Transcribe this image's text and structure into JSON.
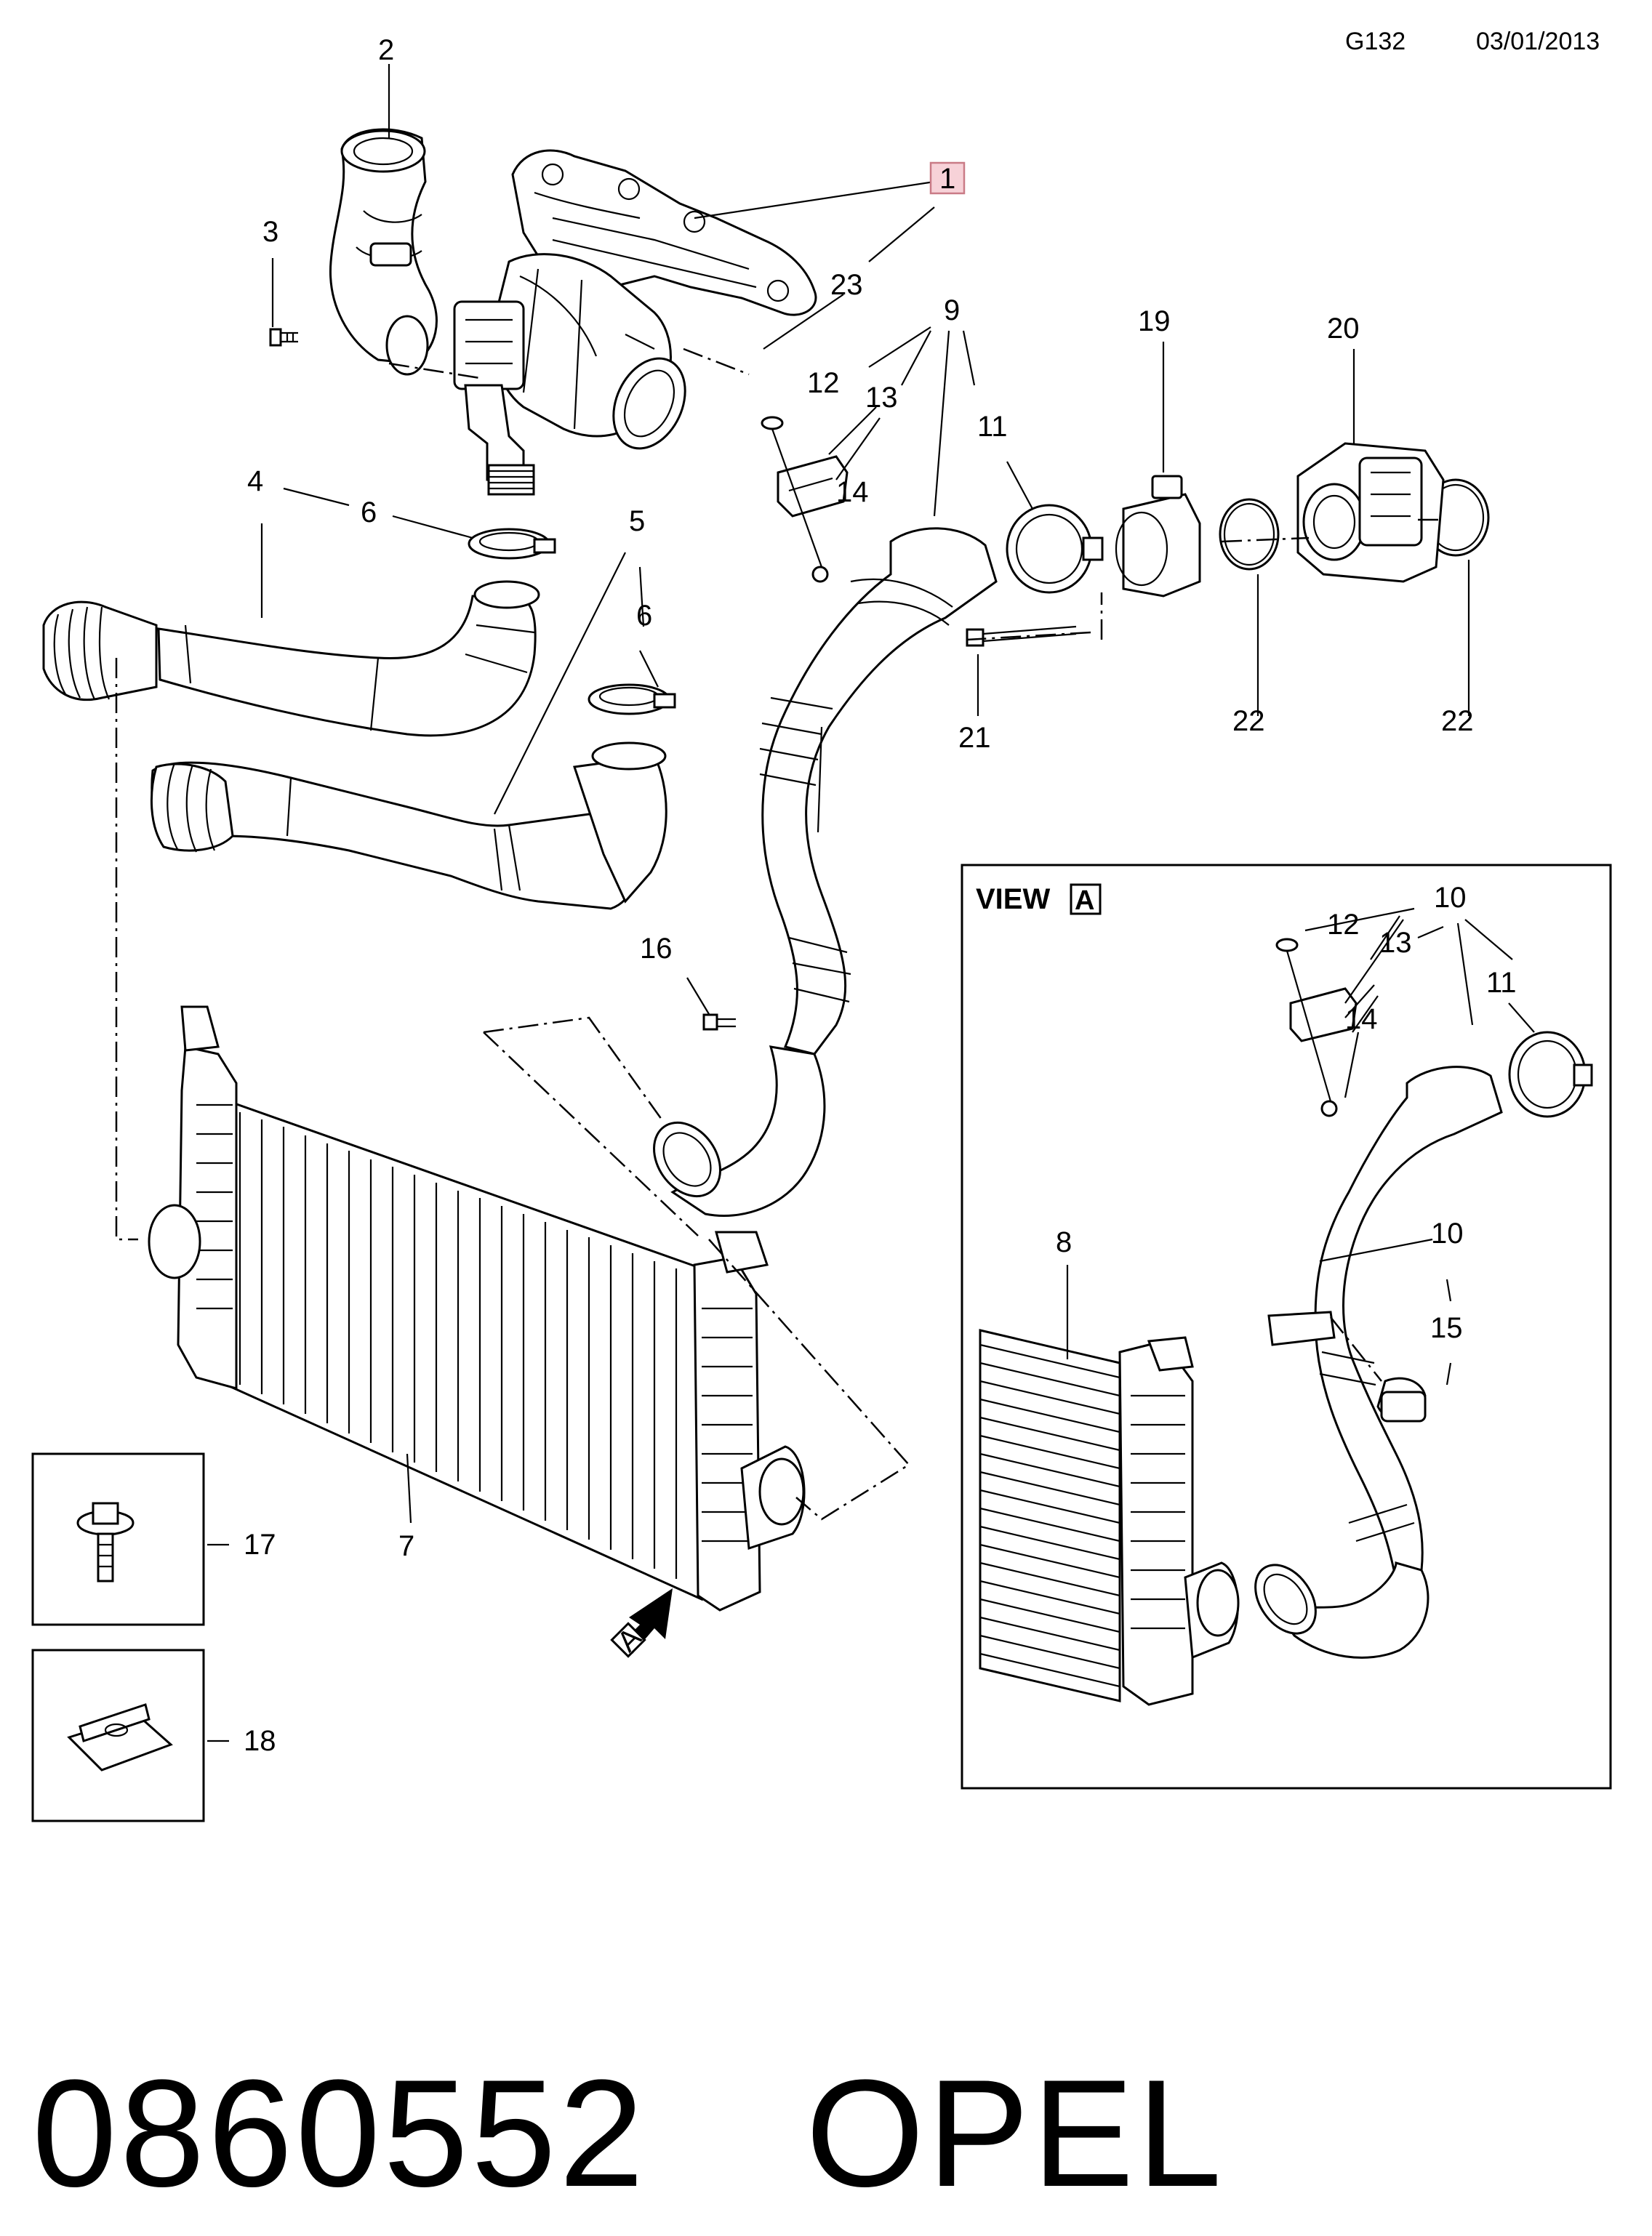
{
  "header": {
    "code": "G132",
    "date": "03/01/2013"
  },
  "callouts": {
    "c1": "1",
    "c2": "2",
    "c3": "3",
    "c4": "4",
    "c5": "5",
    "c6a": "6",
    "c6b": "6",
    "c7": "7",
    "c9": "9",
    "c11": "11",
    "c12": "12",
    "c13": "13",
    "c14": "14",
    "c16": "16",
    "c17": "17",
    "c18": "18",
    "c19": "19",
    "c20": "20",
    "c21": "21",
    "c22a": "22",
    "c22b": "22",
    "c23": "23"
  },
  "view_a": {
    "label": "VIEW",
    "letter": "A",
    "callouts": {
      "c8": "8",
      "c10a": "10",
      "c10b": "10",
      "c11": "11",
      "c12": "12",
      "c13": "13",
      "c14": "14",
      "c15": "15"
    }
  },
  "view_arrow_letter": "A",
  "footer": {
    "part_number": "0860552",
    "brand": "OPEL"
  },
  "highlight_color": "#f7d2d8"
}
